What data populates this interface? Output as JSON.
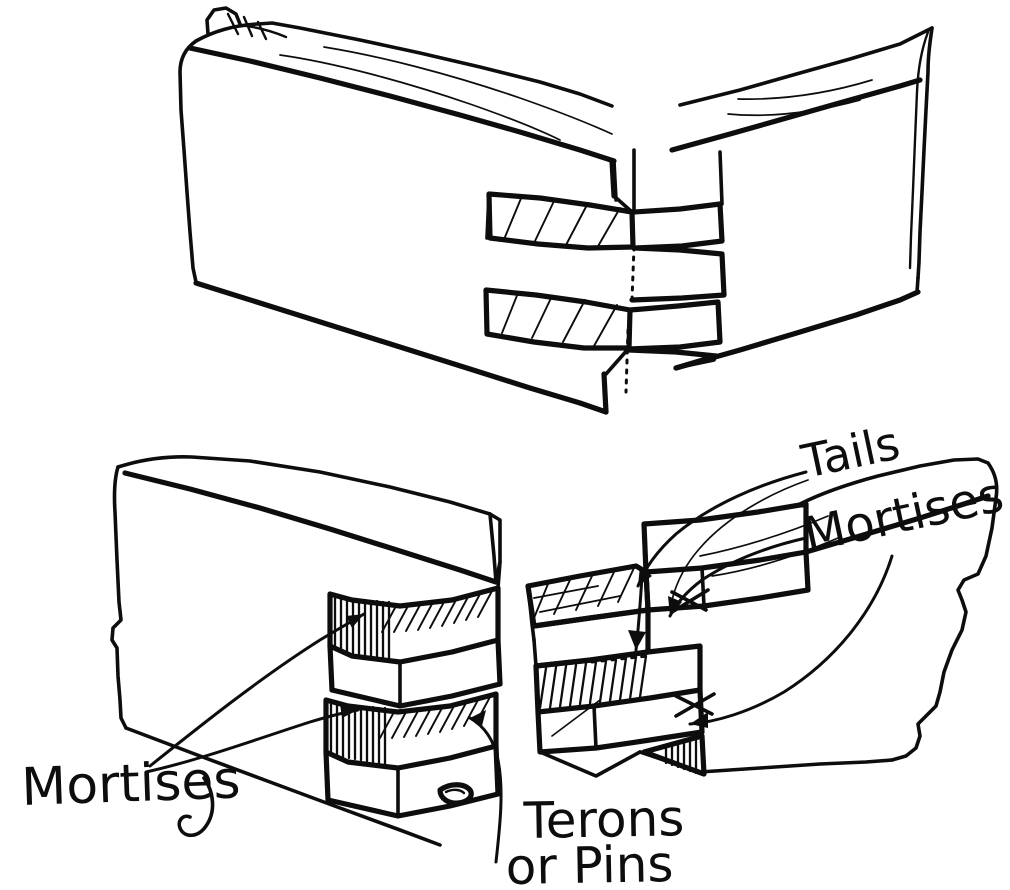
{
  "figure": {
    "title": "Dovetail joint construction",
    "background_color": "#ffffff",
    "ink_color": "#0d0d0d",
    "style": "hand-drawn pen-and-ink line illustration",
    "panels": [
      {
        "name": "assembled-joint",
        "position": "top",
        "description": "Assembled dovetail corner joint of two boards with hatched end grain"
      },
      {
        "name": "pin-board",
        "position": "bottom-left",
        "description": "Board with projecting tenons or pins and recessed mortises"
      },
      {
        "name": "tail-board",
        "position": "bottom-right",
        "description": "Board with tails and mortises shown with pointing arrows"
      }
    ]
  },
  "labels": {
    "mortises_left": "Mortises",
    "tenons_or_pins_line1": "Terons",
    "tenons_or_pins_line2": "or Pins",
    "tails_right": "Tails",
    "mortises_right": "Mortises"
  }
}
